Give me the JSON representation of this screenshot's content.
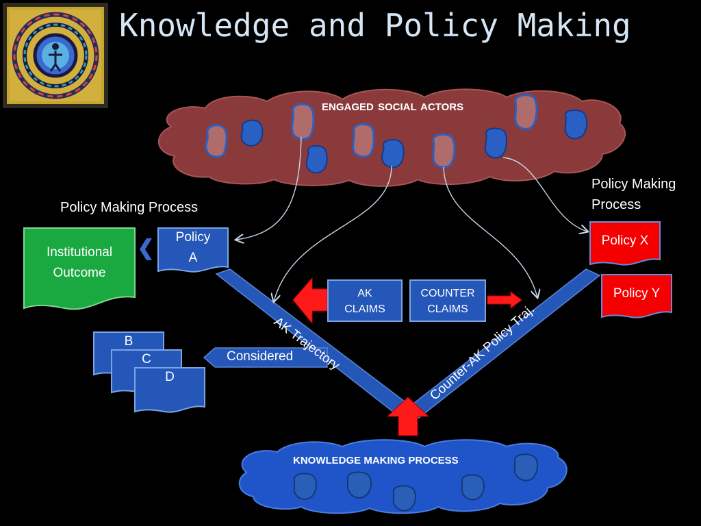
{
  "slide": {
    "title": "Knowledge and Policy Making",
    "engaged_actors": "ENGAGED  SOCIAL  ACTORS",
    "knowledge_process": "KNOWLEDGE MAKING PROCESS",
    "left_process_label": "Policy Making Process",
    "right_process_label_1": "Policy Making",
    "right_process_label_2": "Process",
    "institutional_outcome_1": "Institutional",
    "institutional_outcome_2": "Outcome",
    "policy_a_1": "Policy",
    "policy_a_2": "A",
    "policy_x": "Policy X",
    "policy_y": "Policy Y",
    "ak_claims_1": "AK",
    "ak_claims_2": "CLAIMS",
    "counter_claims_1": "COUNTER",
    "counter_claims_2": "CLAIMS",
    "considered": "Considered",
    "doc_b": "B",
    "doc_c": "C",
    "doc_d": "D",
    "ak_trajectory": "AK Trajectory",
    "counter_trajectory": "Counter-AK Policy Traj."
  },
  "colors": {
    "background": "#000000",
    "title": "#d6e6f5",
    "actors_cloud": "#8a3a3a",
    "knowledge_cloud": "#1f55c9",
    "actor_blue": "#2a5fc4",
    "actor_pink": "#b06b6b",
    "policy_blue": "#2457b8",
    "policy_red": "#f40000",
    "outcome_green": "#1aa840",
    "arrow_red": "#ff1a1a"
  },
  "icons": {
    "logo": "spiral-mandala-logo"
  }
}
